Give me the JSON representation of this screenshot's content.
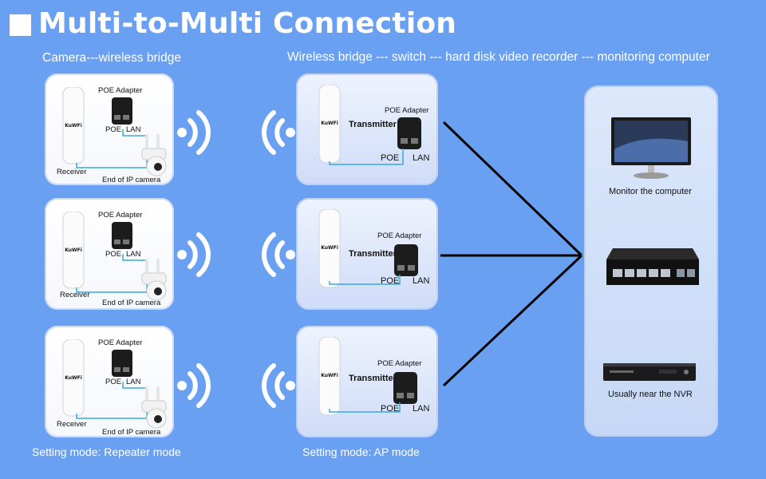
{
  "title": "Multi-to-Multi Connection",
  "left_header": "Camera---wireless bridge",
  "mid_header": "Wireless bridge --- switch --- hard disk video recorder --- monitoring computer",
  "left_cards": [
    {
      "poe_adapter": "POE Adapter",
      "poe": "POE",
      "lan": "LAN",
      "receiver": "Receiver",
      "end_camera": "End of IP camera",
      "brand": "KuWFi"
    },
    {
      "poe_adapter": "POE Adapter",
      "poe": "POE",
      "lan": "LAN",
      "receiver": "Receiver",
      "end_camera": "End of IP camera",
      "brand": "KuWFi"
    },
    {
      "poe_adapter": "POE Adapter",
      "poe": "POE",
      "lan": "LAN",
      "receiver": "Receiver",
      "end_camera": "End of IP camera",
      "brand": "KuWFi"
    }
  ],
  "mid_cards": [
    {
      "poe_adapter": "POE Adapter",
      "transmitter": "Transmitter",
      "poe": "POE",
      "lan": "LAN",
      "brand": "KuWFi"
    },
    {
      "poe_adapter": "POE Adapter",
      "transmitter": "Transmitter",
      "poe": "POE",
      "lan": "LAN",
      "brand": "KuWFi"
    },
    {
      "poe_adapter": "POE Adapter",
      "transmitter": "Transmitter",
      "poe": "POE",
      "lan": "LAN",
      "brand": "KuWFi"
    }
  ],
  "right_panel": {
    "monitor_label": "Monitor the computer",
    "nvr_label": "Usually near the NVR"
  },
  "left_caption": "Setting mode: Repeater mode",
  "mid_caption": "Setting mode: AP mode",
  "colors": {
    "background": "#6aa0f2",
    "cable": "#39a9dc",
    "line": "#000000"
  }
}
